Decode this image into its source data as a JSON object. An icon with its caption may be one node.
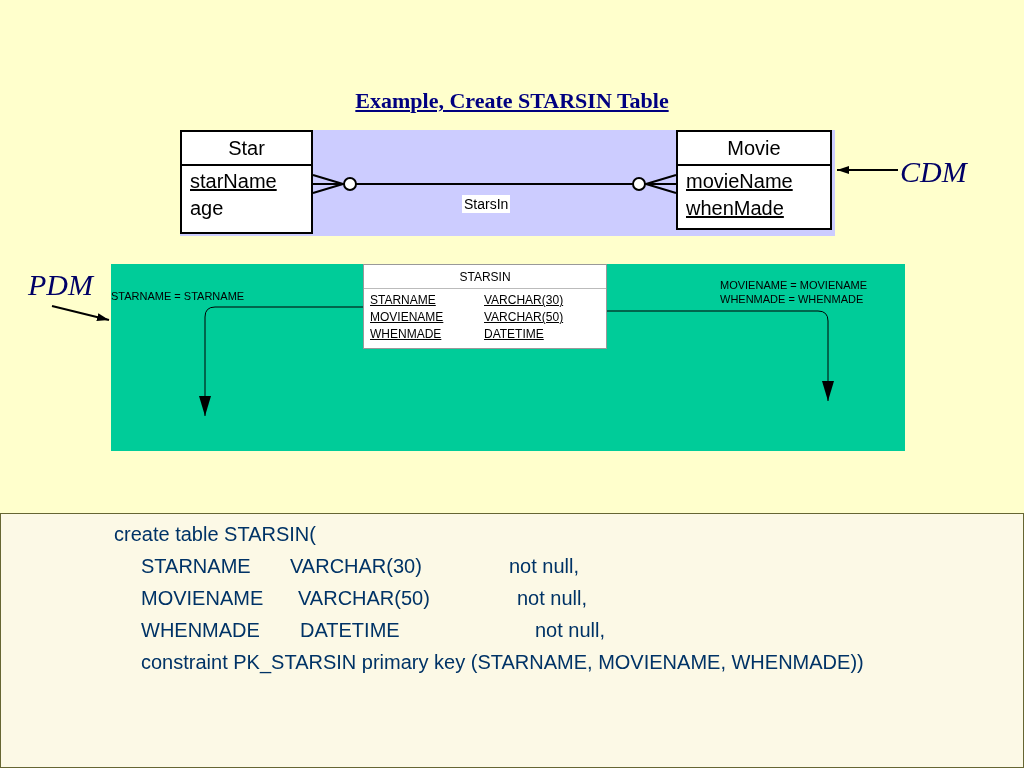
{
  "diagram": {
    "title": "Example, Create STARSIN Table",
    "nodes": [
      {
        "text": [],
        "shape": "box"
      },
      {
        "text": [
          "Star",
          "starName",
          "age"
        ],
        "in": 0
      },
      {
        "text": [
          "Movie",
          "movieName",
          "whenMade"
        ],
        "in": 0
      },
      {
        "text": [
          "CDM"
        ]
      },
      {
        "text": [
          "PDM"
        ]
      },
      {
        "text": [],
        "shape": "box"
      },
      {
        "text": [
          "STARSIN",
          "STARNAME",
          "VARCHAR(30)",
          "MOVIENAME",
          "VARCHAR(50)",
          "WHENMADE",
          "DATETIME"
        ],
        "in": 5
      },
      {
        "text": [
          "create table STARSIN(",
          "STARNAME",
          "VARCHAR(30)",
          "not null,",
          "MOVIENAME",
          "VARCHAR(50)",
          "not null,",
          "WHENMADE",
          "DATETIME",
          "not null,",
          "constraint PK_STARSIN primary key (STARNAME, MOVIENAME, WHENMADE))"
        ]
      }
    ],
    "edges": [
      {
        "from": 1,
        "to": 2,
        "arrow": "other",
        "label": "StarsIn"
      },
      {
        "from": 3,
        "to": 0,
        "arrow": "to"
      },
      {
        "from": 4,
        "to": 5,
        "arrow": "to"
      },
      {
        "from": 6,
        "to": null,
        "arrow": "to",
        "label": "STARNAME = STARNAME"
      },
      {
        "from": 6,
        "to": null,
        "arrow": "to",
        "label": "MOVIENAME = MOVIENAME WHENMADE = WHENMADE"
      }
    ]
  }
}
